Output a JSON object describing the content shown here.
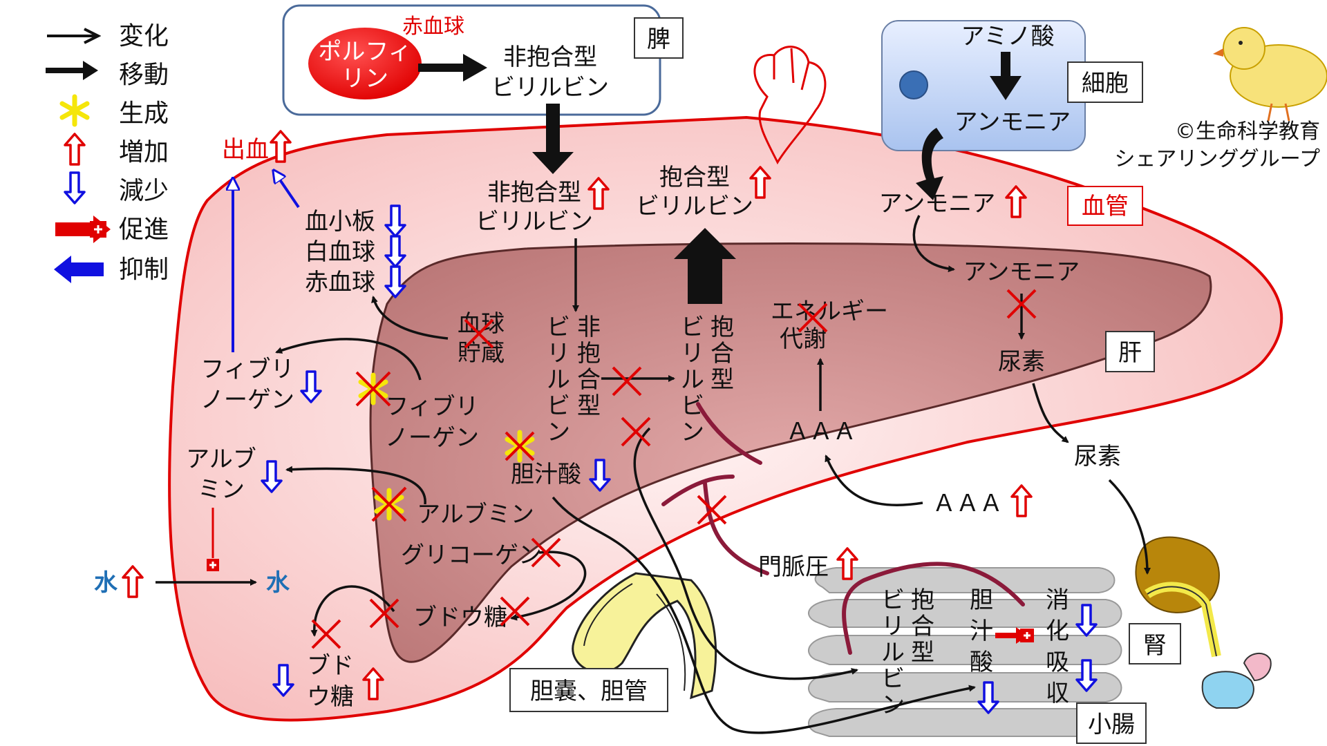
{
  "legend": {
    "change": "変化",
    "move": "移動",
    "produce": "生成",
    "increase": "増加",
    "decrease": "減少",
    "promote": "促進",
    "inhibit": "抑制"
  },
  "spleen": {
    "box_label": "脾",
    "rbc": "赤血球",
    "porphyrin_1": "ポルフィ",
    "porphyrin_2": "リン",
    "unconj_1": "非抱合型",
    "unconj_2": "ビリルビン"
  },
  "cell": {
    "box_label": "細胞",
    "amino_acid": "アミノ酸",
    "ammonia": "アンモニア"
  },
  "copyright_1": "©生命科学教育",
  "copyright_2": "シェアリンググループ",
  "vessel": {
    "box_label": "血管",
    "bleeding": "出血",
    "platelet": "血小板",
    "wbc": "白血球",
    "rbc": "赤血球",
    "unconj_1": "非抱合型",
    "unconj_2": "ビリルビン",
    "conj_1": "抱合型",
    "conj_2": "ビリルビン",
    "ammonia": "アンモニア",
    "fibrinogen_1": "フィブリ",
    "fibrinogen_2": "ノーゲン",
    "albumin_1": "アルブ",
    "albumin_2": "ミン",
    "water_left": "水",
    "water_right": "水",
    "glucose_1": "ブド",
    "glucose_2": "ウ糖",
    "urea": "尿素",
    "aaa": "ＡＡＡ",
    "portal_pressure": "門脈圧"
  },
  "liver": {
    "box_label": "肝",
    "ammonia": "アンモニア",
    "urea": "尿素",
    "energy_1": "エネルギー",
    "energy_2": "代謝",
    "aaa": "ＡＡＡ",
    "blood_storage_1": "血球",
    "blood_storage_2": "貯蔵",
    "fibrinogen_1": "フィブリ",
    "fibrinogen_2": "ノーゲン",
    "unconj_chars": [
      "非",
      "抱",
      "合",
      "型"
    ],
    "unconj_chars_2": [
      "ビ",
      "リ",
      "ル",
      "ビ",
      "ン"
    ],
    "conj_chars": [
      "抱",
      "合",
      "型"
    ],
    "conj_chars_2": [
      "ビ",
      "リ",
      "ル",
      "ビ",
      "ン"
    ],
    "bile_acid": "胆汁酸",
    "albumin": "アルブミン",
    "glycogen": "グリコーゲン",
    "glucose": "ブドウ糖"
  },
  "gallbladder_label": "胆嚢、胆管",
  "kidney_label": "腎",
  "intestine": {
    "box_label": "小腸",
    "conj_chars": [
      "抱",
      "合",
      "型"
    ],
    "conj_chars_2": [
      "ビ",
      "リ",
      "ル",
      "ビ",
      "ン"
    ],
    "bile_chars": [
      "胆",
      "汁",
      "酸"
    ],
    "digest_chars": [
      "消",
      "化",
      "吸",
      "収"
    ]
  },
  "colors": {
    "red": "#e00000",
    "blue": "#1010e0",
    "vessel_fill": "#fde6e6",
    "liver_fill": "#c98b8b",
    "spleen_stroke": "#4a6a9a",
    "cell_fill": "#c9daf8",
    "bile_duct": "#f7f29a",
    "portal_vein": "#8b1a3a",
    "kidney": "#b8860b"
  }
}
